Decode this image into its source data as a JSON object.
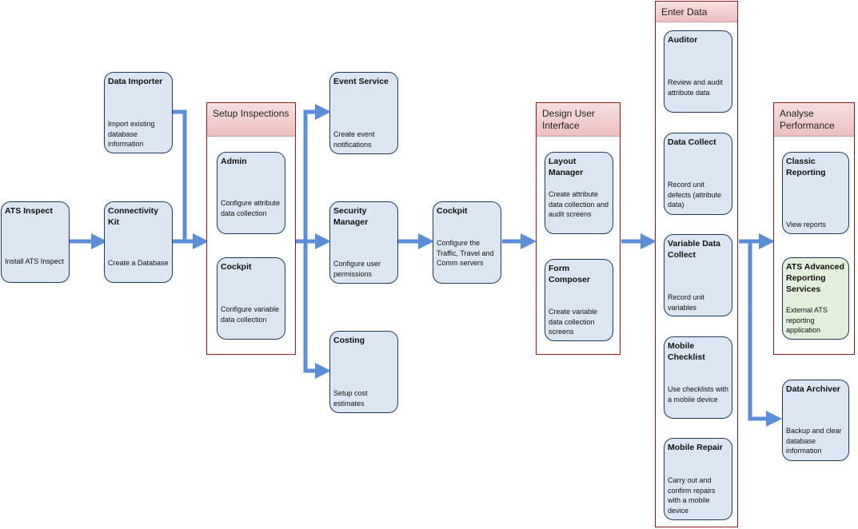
{
  "groups": {
    "setup_inspections": "Setup Inspections",
    "design_ui": "Design User Interface",
    "enter_data": "Enter Data",
    "analyse": "Analyse Performance"
  },
  "nodes": {
    "ats_inspect": {
      "title": "ATS Inspect",
      "desc": "Install ATS Inspect"
    },
    "data_importer": {
      "title": "Data Importer",
      "desc": "Import existing database information"
    },
    "connectivity_kit": {
      "title": "Connectivity Kit",
      "desc": "Create a Database"
    },
    "admin": {
      "title": "Admin",
      "desc": "Configure attribute data collection"
    },
    "cockpit_setup": {
      "title": "Cockpit",
      "desc": "Configure variable data collection"
    },
    "event_service": {
      "title": "Event Service",
      "desc": "Create event notifications"
    },
    "security_manager": {
      "title": "Security Manager",
      "desc": "Configure user permissions"
    },
    "costing": {
      "title": "Costing",
      "desc": "Setup cost estimates"
    },
    "cockpit_main": {
      "title": "Cockpit",
      "desc": "Configure the Traffic, Travel and Comm servers"
    },
    "layout_manager": {
      "title": "Layout Manager",
      "desc": "Create attribute data collection and audit screens"
    },
    "form_composer": {
      "title": "Form Composer",
      "desc": "Create variable data collection screens"
    },
    "auditor": {
      "title": "Auditor",
      "desc": "Review and audit attribute data"
    },
    "data_collect": {
      "title": "Data Collect",
      "desc": "Record unit defects (attribute data)"
    },
    "variable_data_collect": {
      "title": "Variable Data Collect",
      "desc": "Record unit variables"
    },
    "mobile_checklist": {
      "title": "Mobile Checklist",
      "desc": "Use checklists with a mobile device"
    },
    "mobile_repair": {
      "title": "Mobile Repair",
      "desc": "Carry out and confirm repairs with a mobile device"
    },
    "classic_reporting": {
      "title": "Classic Reporting",
      "desc": "View reports"
    },
    "ats_advanced": {
      "title": "ATS Advanced Reporting Services",
      "desc": "External ATS reporting application"
    },
    "data_archiver": {
      "title": "Data Archiver",
      "desc": "Backup and clear database information"
    }
  },
  "colors": {
    "arrow": "#5b8ed6",
    "node_fill": "#dce6f2",
    "node_border": "#1f3b5c",
    "group_border": "#8b1a1a",
    "group_header": "#f2d0d0",
    "highlight_fill": "#e2efda"
  }
}
